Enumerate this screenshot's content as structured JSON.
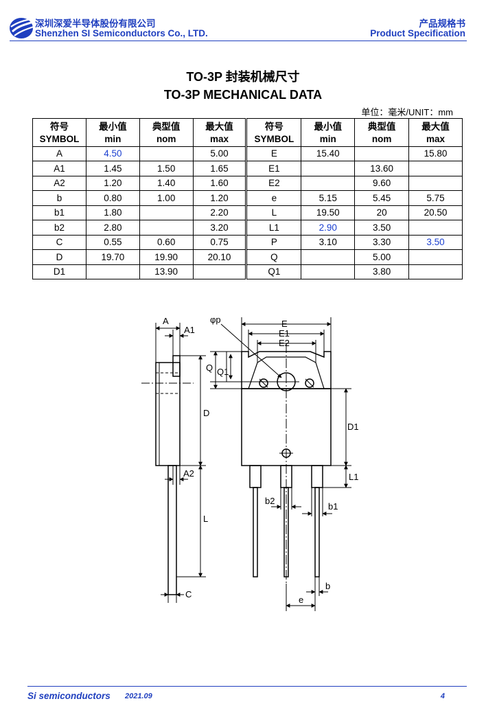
{
  "header": {
    "company_cn": "深圳深爱半导体股份有限公司",
    "company_en": "Shenzhen SI Semiconductors Co., LTD.",
    "doc_type_cn": "产品规格书",
    "doc_type_en": "Product Specification",
    "brand_color": "#1f3fbf"
  },
  "title": {
    "cn": "TO-3P  封装机械尺寸",
    "en": "TO-3P MECHANICAL DATA"
  },
  "unit": "单位：毫米/UNIT：mm",
  "table": {
    "headers_top": [
      "符号",
      "最小值",
      "典型值",
      "最大值",
      "符号",
      "最小值",
      "典型值",
      "最大值"
    ],
    "headers_bottom": [
      "SYMBOL",
      "min",
      "nom",
      "max",
      "SYMBOL",
      "min",
      "nom",
      "max"
    ],
    "rows": [
      [
        {
          "t": "A"
        },
        {
          "t": "4.50",
          "hl": true
        },
        {
          "t": ""
        },
        {
          "t": "5.00"
        },
        {
          "t": "E"
        },
        {
          "t": "15.40"
        },
        {
          "t": ""
        },
        {
          "t": "15.80"
        }
      ],
      [
        {
          "t": "A1"
        },
        {
          "t": "1.45"
        },
        {
          "t": "1.50"
        },
        {
          "t": "1.65"
        },
        {
          "t": "E1"
        },
        {
          "t": ""
        },
        {
          "t": "13.60"
        },
        {
          "t": ""
        }
      ],
      [
        {
          "t": "A2"
        },
        {
          "t": "1.20"
        },
        {
          "t": "1.40"
        },
        {
          "t": "1.60"
        },
        {
          "t": "E2"
        },
        {
          "t": ""
        },
        {
          "t": "9.60"
        },
        {
          "t": ""
        }
      ],
      [
        {
          "t": "b"
        },
        {
          "t": "0.80"
        },
        {
          "t": "1.00"
        },
        {
          "t": "1.20"
        },
        {
          "t": "e"
        },
        {
          "t": "5.15"
        },
        {
          "t": "5.45"
        },
        {
          "t": "5.75"
        }
      ],
      [
        {
          "t": "b1"
        },
        {
          "t": "1.80"
        },
        {
          "t": ""
        },
        {
          "t": "2.20"
        },
        {
          "t": "L"
        },
        {
          "t": "19.50"
        },
        {
          "t": "20"
        },
        {
          "t": "20.50"
        }
      ],
      [
        {
          "t": "b2"
        },
        {
          "t": "2.80"
        },
        {
          "t": ""
        },
        {
          "t": "3.20"
        },
        {
          "t": "L1"
        },
        {
          "t": "2.90",
          "hl": true
        },
        {
          "t": "3.50"
        },
        {
          "t": ""
        }
      ],
      [
        {
          "t": "C"
        },
        {
          "t": "0.55"
        },
        {
          "t": "0.60"
        },
        {
          "t": "0.75"
        },
        {
          "t": "P"
        },
        {
          "t": "3.10"
        },
        {
          "t": "3.30"
        },
        {
          "t": "3.50",
          "hl": true
        }
      ],
      [
        {
          "t": "D"
        },
        {
          "t": "19.70"
        },
        {
          "t": "19.90"
        },
        {
          "t": "20.10"
        },
        {
          "t": "Q"
        },
        {
          "t": ""
        },
        {
          "t": "5.00"
        },
        {
          "t": ""
        }
      ],
      [
        {
          "t": "D1"
        },
        {
          "t": ""
        },
        {
          "t": "13.90"
        },
        {
          "t": ""
        },
        {
          "t": "Q1"
        },
        {
          "t": ""
        },
        {
          "t": "3.80"
        },
        {
          "t": ""
        }
      ]
    ],
    "highlight_color": "#1a3fd0"
  },
  "drawing": {
    "labels": {
      "A": "A",
      "A1": "A1",
      "A2": "A2",
      "Q": "Q",
      "Q1": "Q1",
      "D": "D",
      "L": "L",
      "C": "C",
      "phiP": "φp",
      "E": "E",
      "E1": "E1",
      "E2": "E2",
      "D1": "D1",
      "L1": "L1",
      "b2": "b2",
      "b1": "b1",
      "b": "b",
      "e": "e"
    }
  },
  "footer": {
    "brand": "Si semiconductors",
    "date": "2021.09",
    "page": "4"
  }
}
